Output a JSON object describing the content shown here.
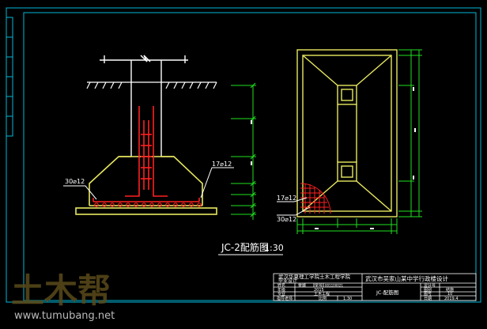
{
  "drawing": {
    "elevation": {
      "dim_left": "30⌀12",
      "dim_right": "17⌀12",
      "caption": "JC-2配筋图",
      "caption_overlap": "1:30"
    },
    "plan": {
      "dim_top": "17⌀12",
      "dim_bottom": "30⌀12"
    }
  },
  "title_block": {
    "school": "武汉华夏理工学院土木工程学院",
    "dept": "毕业设计",
    "project_title": "武汉市吴家山某中学行政楼设计",
    "name_label": "姓名",
    "name_value": "曹娜",
    "id_label": "学号",
    "id_value": "001100021",
    "grade_label": "年级",
    "grade_value": "2015",
    "major_label": "专业",
    "major_value": "土木工程",
    "advisor_label": "指导老师",
    "scale_label": "比例",
    "scale_value": "1:30",
    "drawing_name": "JC-配筋图",
    "phase_label": "设计号",
    "stage_label": "图别",
    "stage_value": "结施",
    "sheet_label": "图号",
    "sheet_value": "10",
    "date_label": "日期",
    "date_value": "2019.4"
  },
  "watermark": {
    "logo_text": "土木帮",
    "url": "www.tumubang.net"
  },
  "colors": {
    "background": "#000000",
    "frame": "#00b8d8",
    "outline": "#ffffff",
    "concrete": "#e8e860",
    "rebar": "#ff2020",
    "dimension": "#20e020",
    "text": "#ffffff"
  }
}
